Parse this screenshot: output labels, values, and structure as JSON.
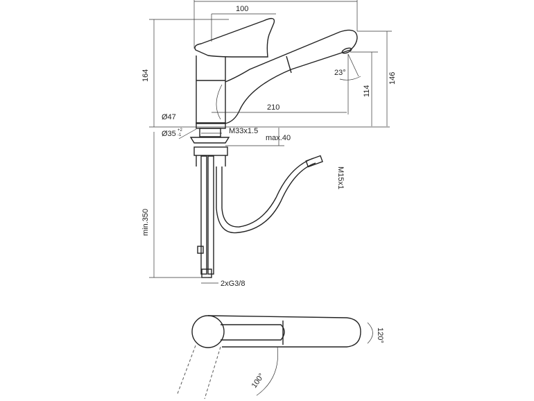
{
  "dimensions": {
    "lever_reach": "100",
    "total_height": "164",
    "spray_angle": "23°",
    "spout_height": "146",
    "outlet_height": "114",
    "spout_reach": "210",
    "base_diameter": "Ø47",
    "hole_diameter": "Ø35",
    "hole_tolerance_plus": "+2",
    "hole_tolerance_minus": "-1",
    "thread": "M33x1.5",
    "max_deck": "max.40",
    "hose_thread": "M15x1",
    "min_hose": "min.350",
    "connections": "2xG3/8",
    "swivel_angle": "120°",
    "lever_angle": "100°"
  }
}
